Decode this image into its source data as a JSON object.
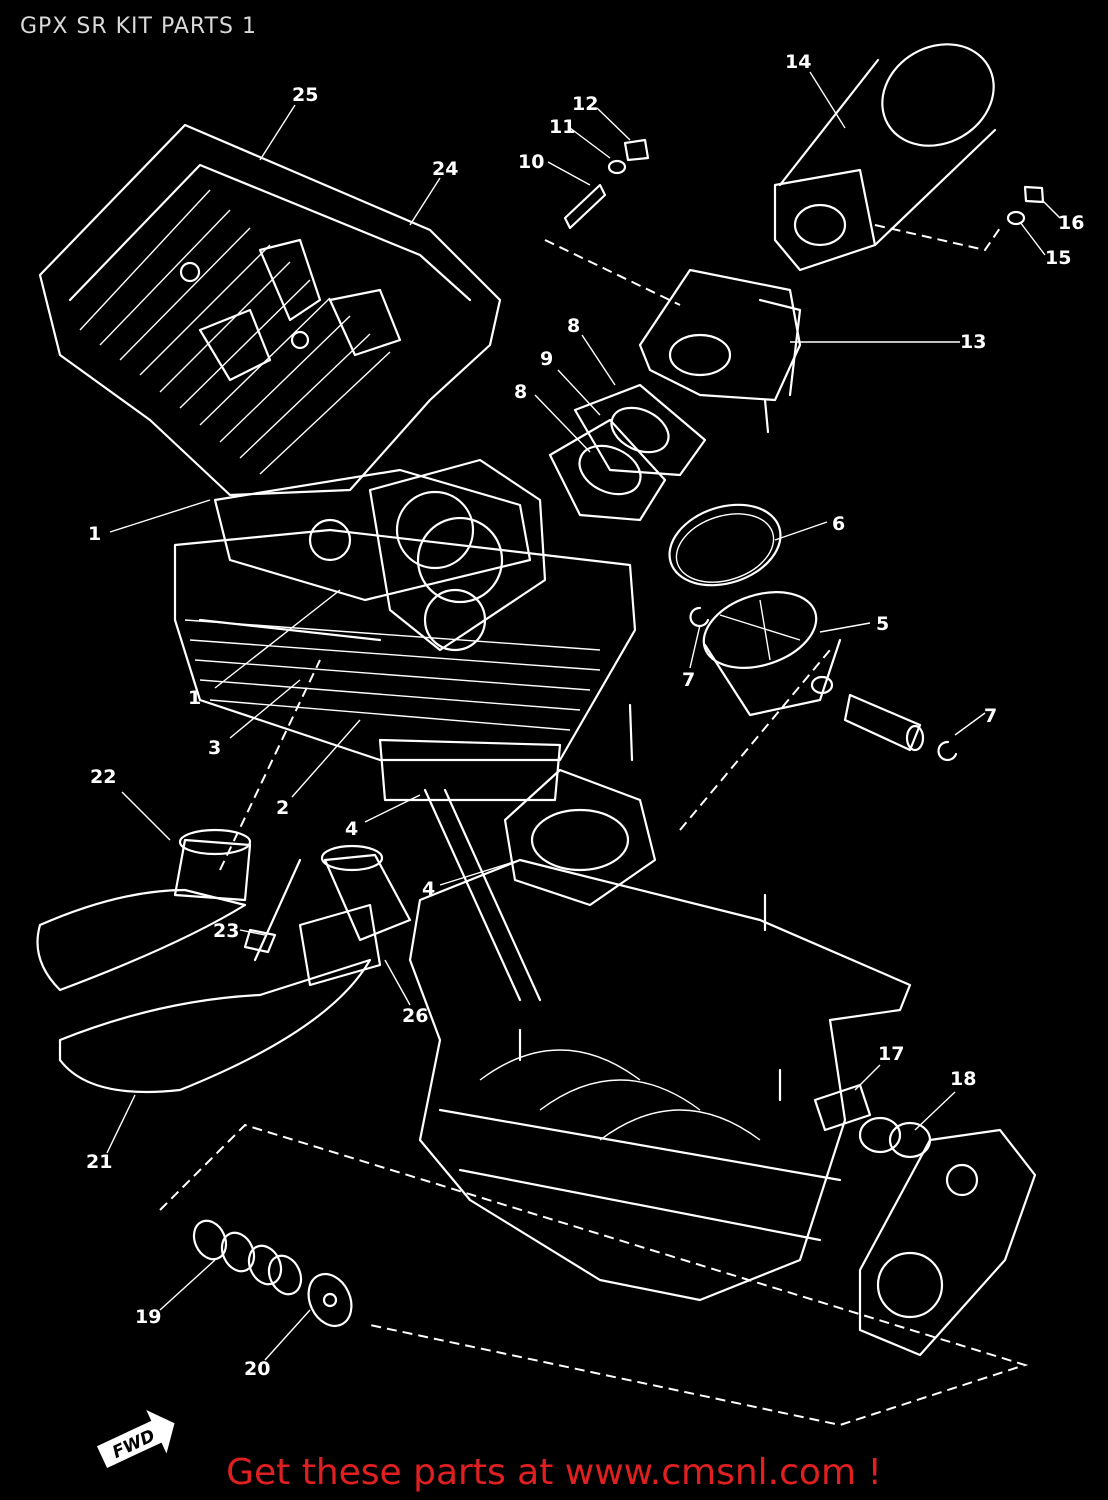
{
  "title": "GPX SR KIT PARTS 1",
  "footer": "Get these parts at www.cmsnl.com !",
  "fwd_marker": "FWD",
  "callouts": {
    "c1a": "1",
    "c1b": "1",
    "c2": "2",
    "c3": "3",
    "c4a": "4",
    "c4b": "4",
    "c5": "5",
    "c6": "6",
    "c7a": "7",
    "c7b": "7",
    "c8a": "8",
    "c8b": "8",
    "c9": "9",
    "c10": "10",
    "c11": "11",
    "c12": "12",
    "c13": "13",
    "c14": "14",
    "c15": "15",
    "c16": "16",
    "c17": "17",
    "c18": "18",
    "c19": "19",
    "c20": "20",
    "c21": "21",
    "c22": "22",
    "c23": "23",
    "c24": "24",
    "c25": "25",
    "c26": "26"
  },
  "colors": {
    "background": "#000000",
    "lines": "#ffffff",
    "title": "#d9d9d9",
    "footer": "#e02020"
  }
}
